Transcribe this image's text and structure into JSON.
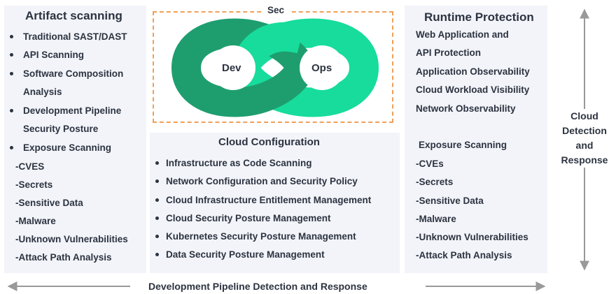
{
  "colors": {
    "loop_dark": "#1e9e6e",
    "loop_light": "#17dc9c",
    "dashed_border": "#f0a05a",
    "panel_bg": "#f2f4f9",
    "text": "#2c3340",
    "arrow": "#999999"
  },
  "artifact": {
    "title": "Artifact scanning",
    "items": [
      "Traditional SAST/DAST",
      "API Scanning",
      "Software Composition",
      "Analysis",
      "Development Pipeline",
      "Security Posture",
      "Exposure Scanning"
    ],
    "subitems": [
      "-CVES",
      "-Secrets",
      "-Sensitive Data",
      "-Malware",
      "-Unknown Vulnerabilities",
      "-Attack Path Analysis"
    ]
  },
  "devsecops": {
    "sec": "Sec",
    "dev": "Dev",
    "ops": "Ops"
  },
  "cloud_config": {
    "title": "Cloud Configuration",
    "items": [
      "Infrastructure as Code Scanning",
      "Network Configuration and Security Policy",
      "Cloud Infrastructure Entitlement Management",
      "Cloud Security Posture Management",
      "Kubernetes Security Posture Management",
      "Data Security Posture Management"
    ]
  },
  "runtime": {
    "title": "Runtime Protection",
    "items": [
      "Web Application and",
      "API Protection",
      "Application Observability",
      "Cloud Workload Visibility",
      "Network Observability"
    ],
    "exposure_title": "Exposure Scanning",
    "subitems": [
      "-CVEs",
      "-Secrets",
      "-Sensitive Data",
      "-Malware",
      "-Unknown Vulnerabilities",
      "-Attack Path Analysis"
    ]
  },
  "cdr": [
    "Cloud",
    "Detection",
    "and",
    "Response"
  ],
  "bottom_label": "Development Pipeline Detection and Response"
}
